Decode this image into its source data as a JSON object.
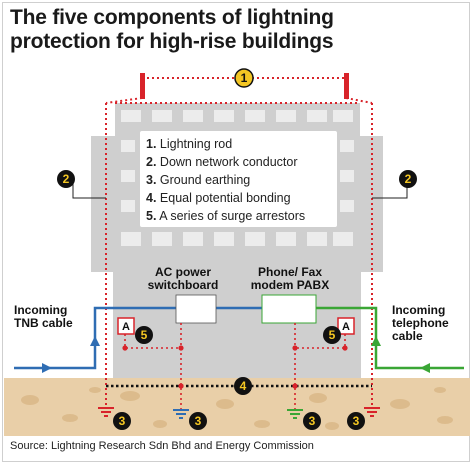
{
  "title": {
    "line1": "The five components of lightning",
    "line2": "protection for high-rise buildings"
  },
  "legend": {
    "items": [
      {
        "num": "1.",
        "text": "Lightning rod"
      },
      {
        "num": "2.",
        "text": "Down network conductor"
      },
      {
        "num": "3.",
        "text": "Ground earthing"
      },
      {
        "num": "4.",
        "text": "Equal potential bonding"
      },
      {
        "num": "5.",
        "text": "A series of surge arrestors"
      }
    ]
  },
  "labels": {
    "ac_power": "AC power",
    "switchboard": "switchboard",
    "phone_fax": "Phone/ Fax",
    "modem_pabx": "modem PABX",
    "incoming_tnb_1": "Incoming",
    "incoming_tnb_2": "TNB cable",
    "incoming_tel_1": "Incoming",
    "incoming_tel_2": "telephone",
    "incoming_tel_3": "cable",
    "arrestor_letter": "A"
  },
  "badges": {
    "one": "1",
    "two": "2",
    "three": "3",
    "four": "4",
    "five": "5"
  },
  "source": "Source: Lightning Research Sdn Bhd and Energy Commission",
  "colors": {
    "building": "#cfcfcf",
    "building_windows": "#eeeeee",
    "ground": "#e9cfa8",
    "conductor_red": "#d8232a",
    "badge_yellow": "#f3c623",
    "power_blue": "#2f6db3",
    "telephone_green": "#3aa635"
  }
}
